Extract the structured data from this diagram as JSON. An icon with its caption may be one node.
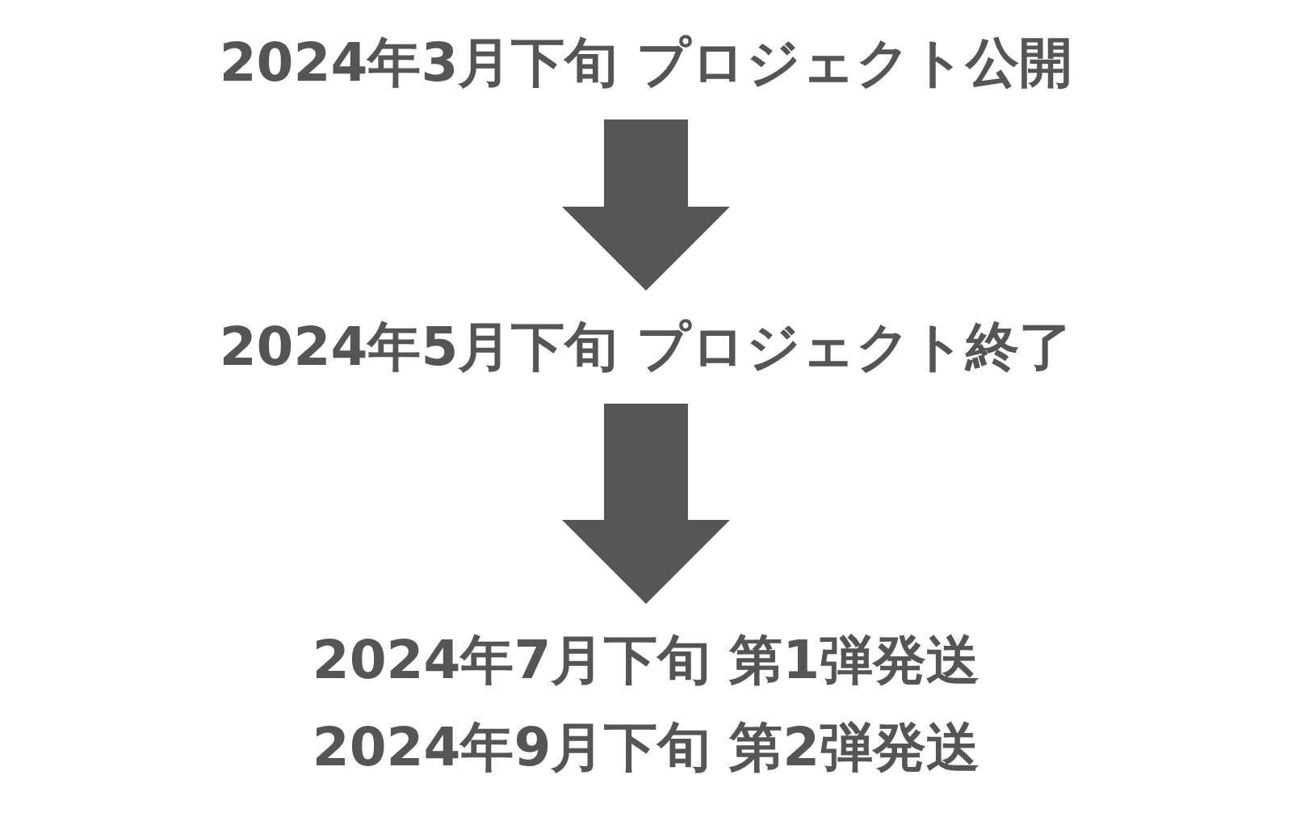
{
  "diagram": {
    "nodes": [
      {
        "text": [
          "2024年3月下旬 プロジェクト公開"
        ]
      },
      {
        "text": [
          "2024年5月下旬 プロジェクト終了"
        ]
      },
      {
        "text": [
          "2024年7月下旬 第1弾発送",
          "2024年9月下旬 第2弾発送"
        ]
      }
    ],
    "edges": [
      {
        "from": 0,
        "to": 1,
        "arrow": "to",
        "style": "thick"
      },
      {
        "from": 1,
        "to": 2,
        "arrow": "to",
        "style": "thick"
      }
    ]
  }
}
